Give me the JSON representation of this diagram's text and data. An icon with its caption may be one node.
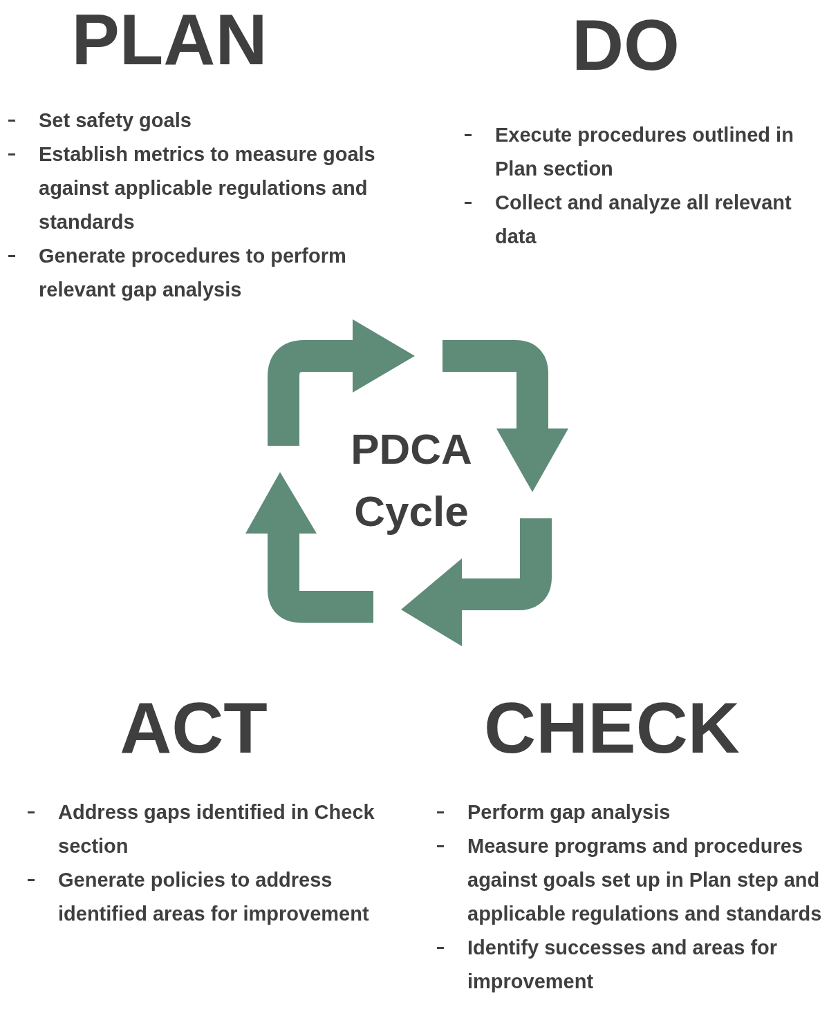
{
  "diagram": {
    "labels": [
      "PLAN",
      "Set safety goals",
      "Establish metrics to measure goals against applicable regulations and standards",
      "Generate procedures to perform relevant gap analysis",
      "DO",
      "Execute procedures outlined in Plan section",
      "Collect and analyze all relevant data",
      "PDCA Cycle",
      "ACT",
      "Address gaps identified in Check section",
      "Generate policies to address identified areas for improvement",
      "CHECK",
      "Perform gap analysis",
      "Measure programs and procedures against goals set up in Plan step and applicable regulations and standards",
      "Identify successes and areas for improvement"
    ]
  }
}
